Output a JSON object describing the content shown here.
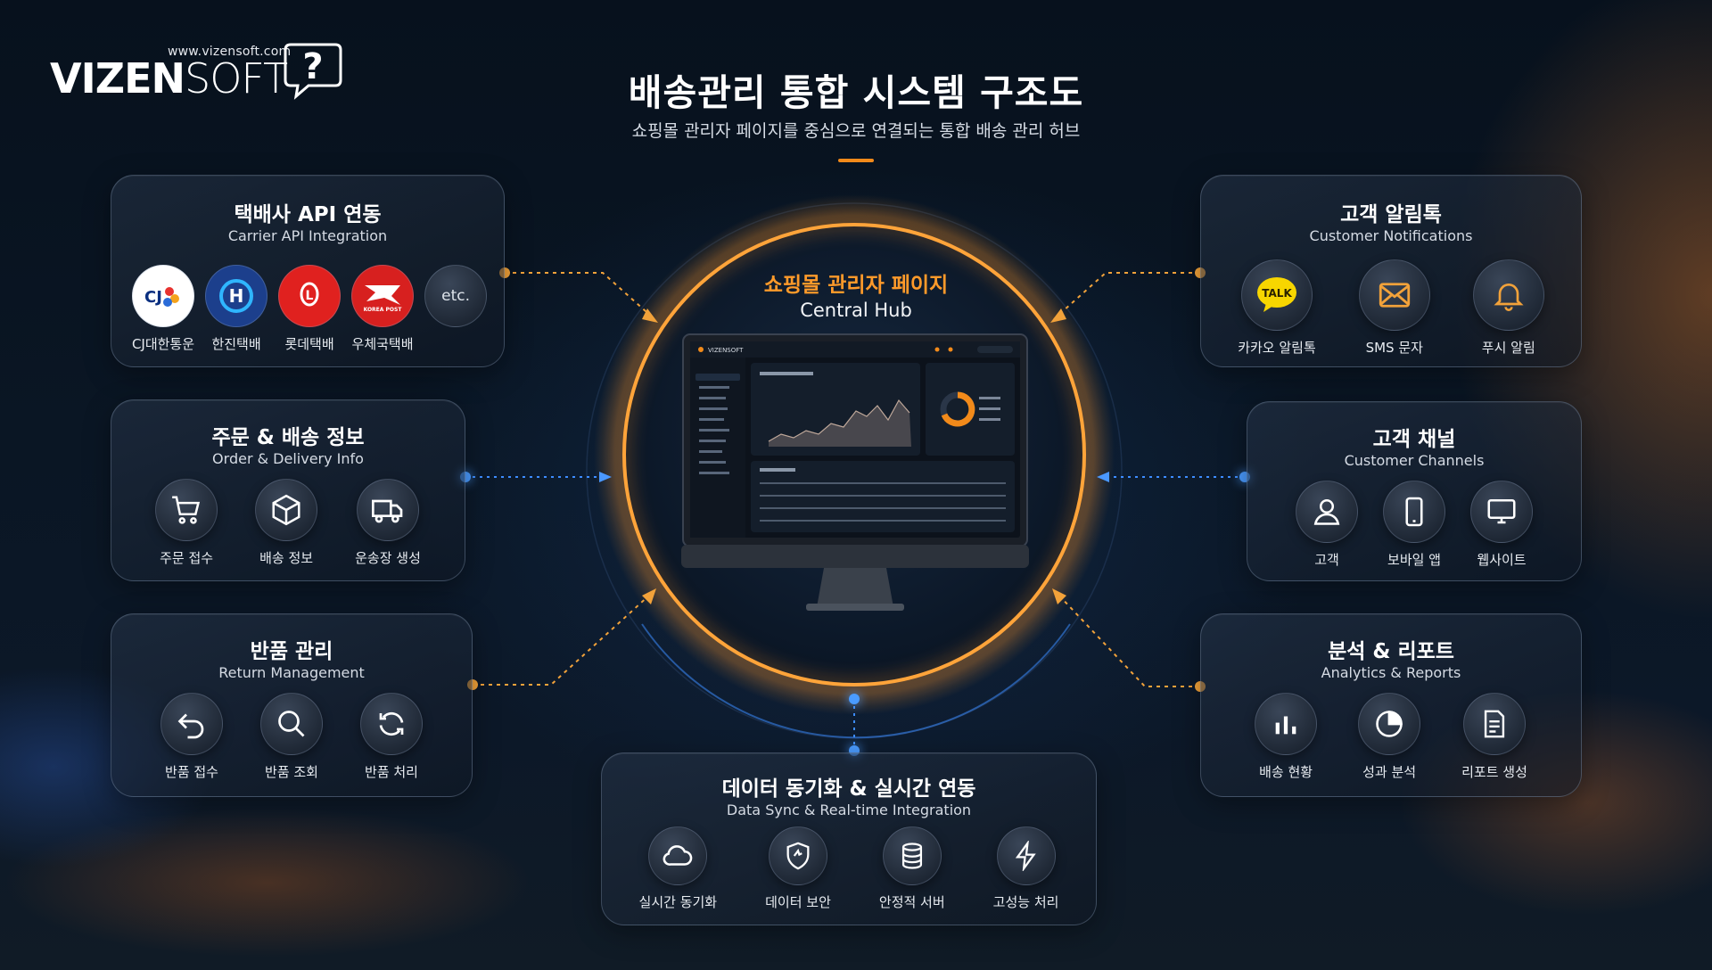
{
  "logo": {
    "url": "www.vizensoft.com",
    "word_bold": "VIZEN",
    "word_light": "SOFT",
    "mark": "?"
  },
  "header": {
    "title": "배송관리 통합 시스템 구조도",
    "subtitle": "쇼핑몰 관리자 페이지를 중심으로 연결되는 통합 배송 관리 허브"
  },
  "hub": {
    "title": "쇼핑몰 관리자 페이지",
    "subtitle": "Central Hub"
  },
  "cards": {
    "carrier_api": {
      "title": "택배사 API 연동",
      "subtitle": "Carrier API Integration",
      "items": [
        {
          "label": "CJ대한통운",
          "logo_text": "CJ"
        },
        {
          "label": "한진택배",
          "logo_text": "H"
        },
        {
          "label": "롯데택배",
          "logo_text": "L"
        },
        {
          "label": "우체국택배",
          "logo_text": "KOREA POST"
        }
      ],
      "etc": "etc."
    },
    "order_delivery": {
      "title": "주문 & 배송 정보",
      "subtitle": "Order & Delivery Info",
      "items": [
        {
          "label": "주문 접수",
          "icon": "cart-icon"
        },
        {
          "label": "배송 정보",
          "icon": "box-icon"
        },
        {
          "label": "운송장 생성",
          "icon": "truck-icon"
        }
      ]
    },
    "returns": {
      "title": "반품 관리",
      "subtitle": "Return Management",
      "items": [
        {
          "label": "반품 접수",
          "icon": "return-arrow-icon"
        },
        {
          "label": "반품 조회",
          "icon": "search-icon"
        },
        {
          "label": "반품 처리",
          "icon": "refresh-icon"
        }
      ]
    },
    "customer_notifications": {
      "title": "고객 알림톡",
      "subtitle": "Customer Notifications",
      "items": [
        {
          "label": "카카오 알림톡",
          "icon": "kakao-talk-icon",
          "badge": "TALK"
        },
        {
          "label": "SMS 문자",
          "icon": "envelope-icon"
        },
        {
          "label": "푸시 알림",
          "icon": "bell-icon"
        }
      ]
    },
    "customer_channels": {
      "title": "고객 채널",
      "subtitle": "Customer Channels",
      "items": [
        {
          "label": "고객",
          "icon": "user-icon"
        },
        {
          "label": "보바일 앱",
          "icon": "mobile-icon"
        },
        {
          "label": "웹사이트",
          "icon": "monitor-icon"
        }
      ]
    },
    "analytics": {
      "title": "분석 & 리포트",
      "subtitle": "Analytics & Reports",
      "items": [
        {
          "label": "배송 현황",
          "icon": "bar-chart-icon"
        },
        {
          "label": "성과 분석",
          "icon": "pie-chart-icon"
        },
        {
          "label": "리포트 생성",
          "icon": "report-icon"
        }
      ]
    },
    "data_sync": {
      "title": "데이터 동기화 & 실시간 연동",
      "subtitle": "Data Sync & Real-time Integration",
      "items": [
        {
          "label": "실시간 동기화",
          "icon": "cloud-icon"
        },
        {
          "label": "데이터 보안",
          "icon": "shield-icon"
        },
        {
          "label": "안정적 서버",
          "icon": "database-icon"
        },
        {
          "label": "고성능 처리",
          "icon": "lightning-icon"
        }
      ]
    }
  },
  "colors": {
    "accent_orange": "#f28a1a",
    "accent_blue": "#3d8dff",
    "kakao_yellow": "#f7d600"
  },
  "monitor": {
    "brand": "VIZENSOFT"
  }
}
